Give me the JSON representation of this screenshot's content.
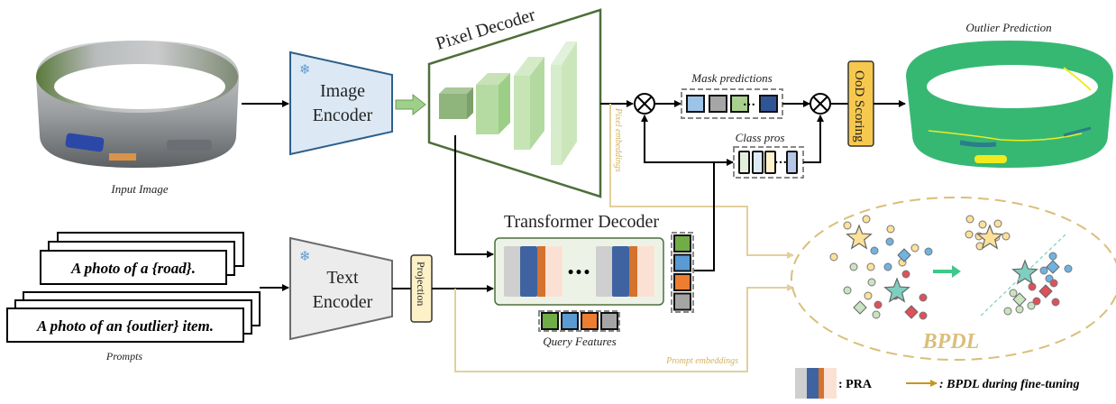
{
  "title": "Outlier segmentation framework overview",
  "labels": {
    "input_image": "Input Image",
    "image_encoder_line1": "Image",
    "image_encoder_line2": "Encoder",
    "pixel_decoder": "Pixel Decoder",
    "pixel_embeddings": "Pixel embeddings",
    "mask_predictions": "Mask predictions",
    "class_pros": "Class pros",
    "ood_scoring": "OoD Scoring",
    "outlier_prediction": "Outlier Prediction",
    "prompt_1": "A photo of a {road}.",
    "prompt_2": "A photo of an {outlier} item.",
    "prompts": "Prompts",
    "text_encoder_line1": "Text",
    "text_encoder_line2": "Encoder",
    "projection": "Projection",
    "transformer_decoder": "Transformer Decoder",
    "ellipsis": "•••",
    "query_features": "Query Features",
    "prompt_embeddings": "Prompt embeddings",
    "bpdl": "BPDL",
    "legend_pra": ": PRA",
    "legend_bpdl": ": BPDL  during fine-tuning"
  },
  "icons": {
    "frozen": "snowflake-icon",
    "multiply": "otimes-icon"
  },
  "colors": {
    "encoder_blue_fill": "#dce9f5",
    "encoder_blue_stroke": "#2e5f8a",
    "text_encoder_fill": "#ececec",
    "text_encoder_stroke": "#6b6b6b",
    "pixel_decoder_stroke": "#4e6e3a",
    "green_arrow": "#9fd08a",
    "gold_line": "#e3cf9c",
    "gold_text": "#d4b25c",
    "ood_fill": "#f6c84e",
    "projection_fill": "#fdf1c8",
    "transformer_fill": "#ecf3e6",
    "outlier_green": "#36b873",
    "outlier_yellow": "#f0ea1e",
    "pra_gray": "#cfcfcf",
    "pra_blue": "#3f63a0",
    "pra_orange": "#d4722e",
    "pra_peach": "#fbe1d4"
  },
  "mask_prediction_colors": [
    "#9dc3e6",
    "#a6a6a6",
    "#a9d18e",
    "#2f5597"
  ],
  "class_pros_colors": [
    "#e2efda",
    "#ddebf7",
    "#fff2cc",
    "#b4c7e7"
  ],
  "query_feature_colors": [
    "#70ad47",
    "#5b9bd5",
    "#ed7d31",
    "#a5a5a5"
  ]
}
